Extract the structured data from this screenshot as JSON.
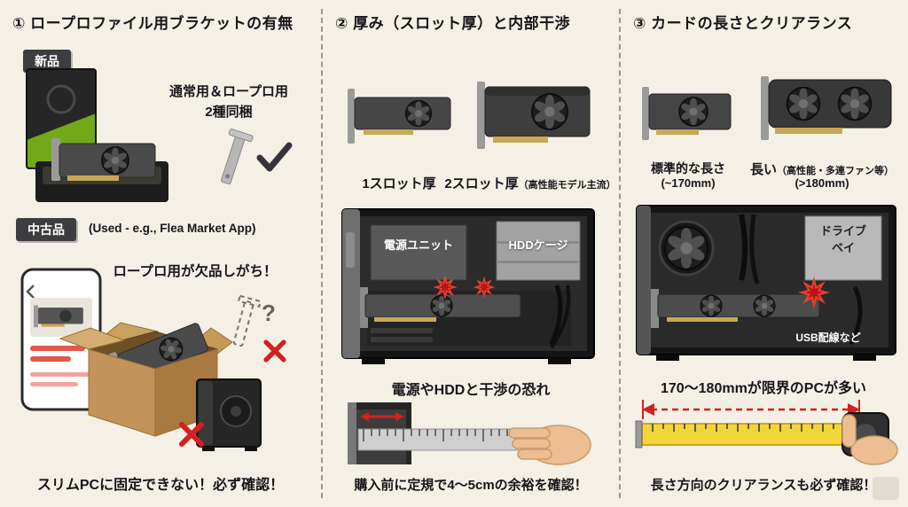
{
  "panel1": {
    "title": "① ロープロファイル用ブラケットの有無",
    "new_badge": "新品",
    "new_caption": "通常用＆ロープロ用\n2種同梱",
    "used_badge": "中古品",
    "used_note": "(Used - e.g., Flea Market App)",
    "used_warning": "ロープロ用が欠品しがち！",
    "question_mark": "?",
    "bottom_caption": "スリムPCに固定できない！必ず確認！"
  },
  "panel2": {
    "title": "② 厚み（スロット厚）と内部干渉",
    "slot1_label": "1スロット厚",
    "slot2_label": "2スロット厚",
    "slot2_note": "（高性能モデル主流）",
    "psu_label": "電源ユニット",
    "hdd_label": "HDDケージ",
    "interference_caption": "電源やHDDと干渉の恐れ",
    "bottom_caption": "購入前に定規で4〜5cmの余裕を確認！"
  },
  "panel3": {
    "title": "③ カードの長さとクリアランス",
    "standard_label": "標準的な長さ",
    "standard_note": "(~170mm)",
    "long_label": "長い",
    "long_note": "（高性能・多連ファン等）",
    "long_size": "(>180mm)",
    "drivebay_label": "ドライブ\nベイ",
    "usb_label": "USB配線など",
    "limit_caption": "170〜180mmが限界のPCが多い",
    "bottom_caption": "長さ方向のクリアランスも必ず確認！"
  },
  "colors": {
    "background": "#f4f0e5",
    "accent_red": "#d42020",
    "gpu_green": "#7ab317",
    "gold": "#c8a857",
    "tape_yellow": "#f3d53a"
  }
}
